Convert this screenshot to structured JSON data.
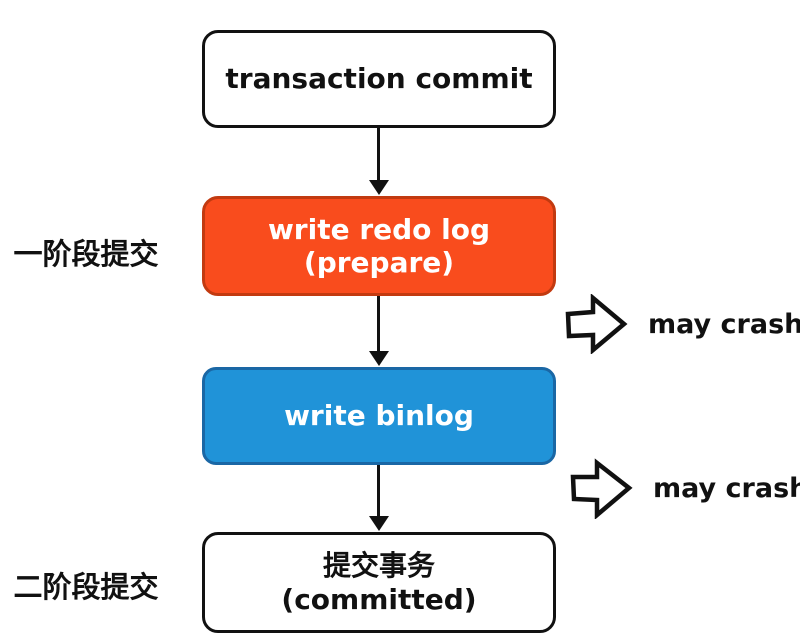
{
  "diagram": {
    "nodes": {
      "transaction_commit": {
        "label": "transaction commit"
      },
      "write_redo_log": {
        "line1": "write redo log",
        "line2": "(prepare)"
      },
      "write_binlog": {
        "line1": "write binlog"
      },
      "committed": {
        "line1": "提交事务",
        "line2": "(committed)"
      }
    },
    "phase_labels": {
      "phase1": "一阶段提交",
      "phase2": "二阶段提交"
    },
    "annotations": {
      "crash1": "may crash",
      "crash2": "may crash"
    },
    "icons": {
      "crash_arrow": "block-arrow-right"
    },
    "colors": {
      "background": "#FFFFFF",
      "outline": "#111111",
      "redo_fill": "#F94C1D",
      "redo_border": "#C23A10",
      "binlog_fill": "#2093D8",
      "binlog_border": "#1A67A5",
      "node_text_light": "#FFFFFF",
      "node_text_dark": "#111111"
    }
  }
}
